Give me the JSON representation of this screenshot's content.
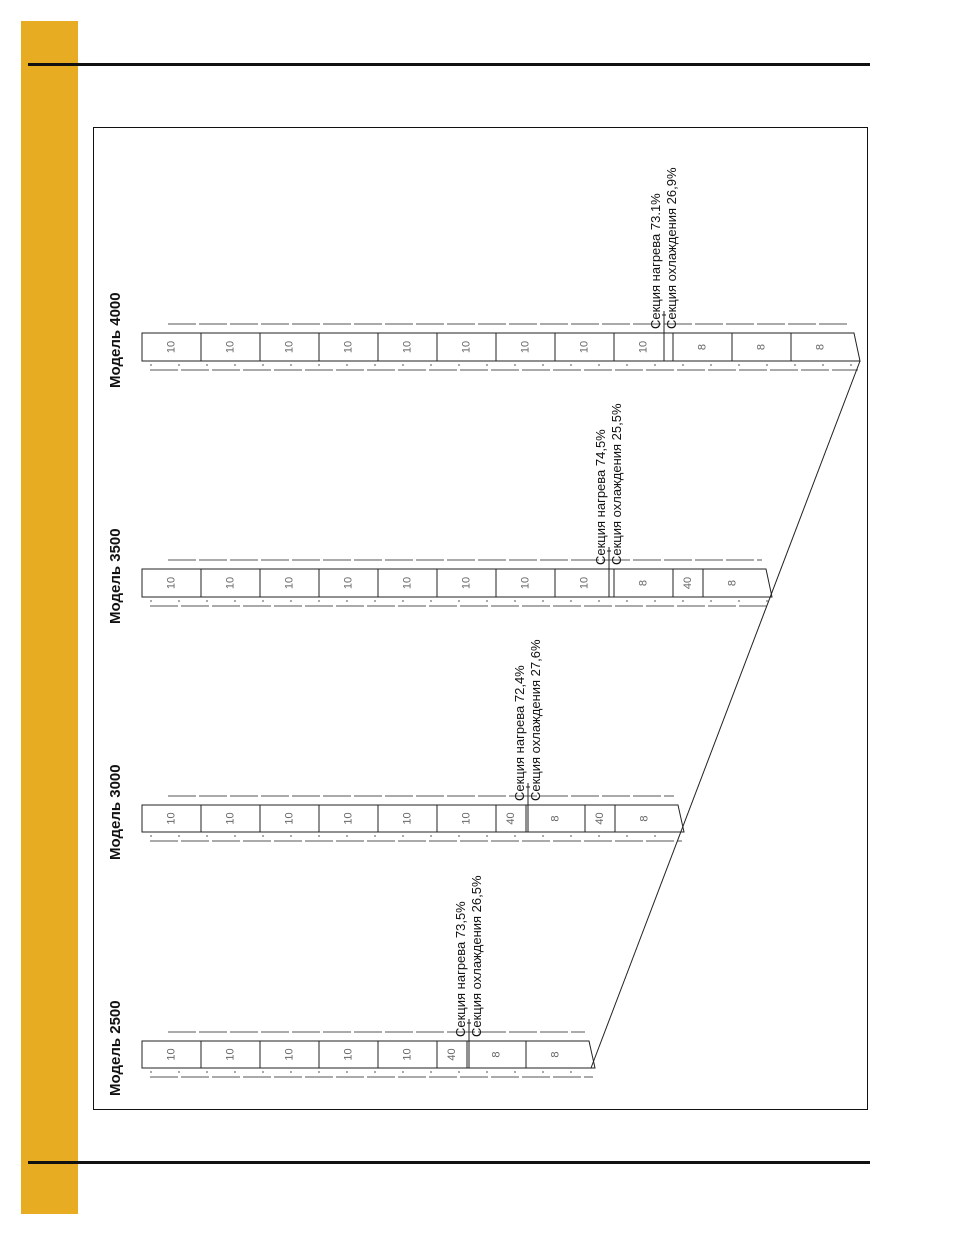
{
  "page": {
    "tab_color": "#e8ac22",
    "rule_color": "#111111"
  },
  "diagram": {
    "models": [
      {
        "name": "Модель 2500",
        "cells": [
          "10",
          "10",
          "10",
          "10",
          "10",
          "40",
          "8",
          "8"
        ],
        "heating": "Секция нагрева 73,5%",
        "cooling": "Секция охлаждения 26,5%"
      },
      {
        "name": "Модель 3000",
        "cells": [
          "10",
          "10",
          "10",
          "10",
          "10",
          "10",
          "40",
          "8",
          "40",
          "8"
        ],
        "heating": "Секция нагрева 72,4%",
        "cooling": "Секция охлаждения 27,6%"
      },
      {
        "name": "Модель 3500",
        "cells": [
          "10",
          "10",
          "10",
          "10",
          "10",
          "10",
          "10",
          "10",
          "8",
          "40",
          "8"
        ],
        "heating": "Секция нагрева 74,5%",
        "cooling": "Секция охлаждения 25,5%"
      },
      {
        "name": "Модель 4000",
        "cells": [
          "10",
          "10",
          "10",
          "10",
          "10",
          "10",
          "10",
          "10",
          "10",
          "8",
          "8",
          "8"
        ],
        "heating": "Секция нагрева 73.1%",
        "cooling": "Секция охлаждения 26,9%"
      }
    ]
  }
}
